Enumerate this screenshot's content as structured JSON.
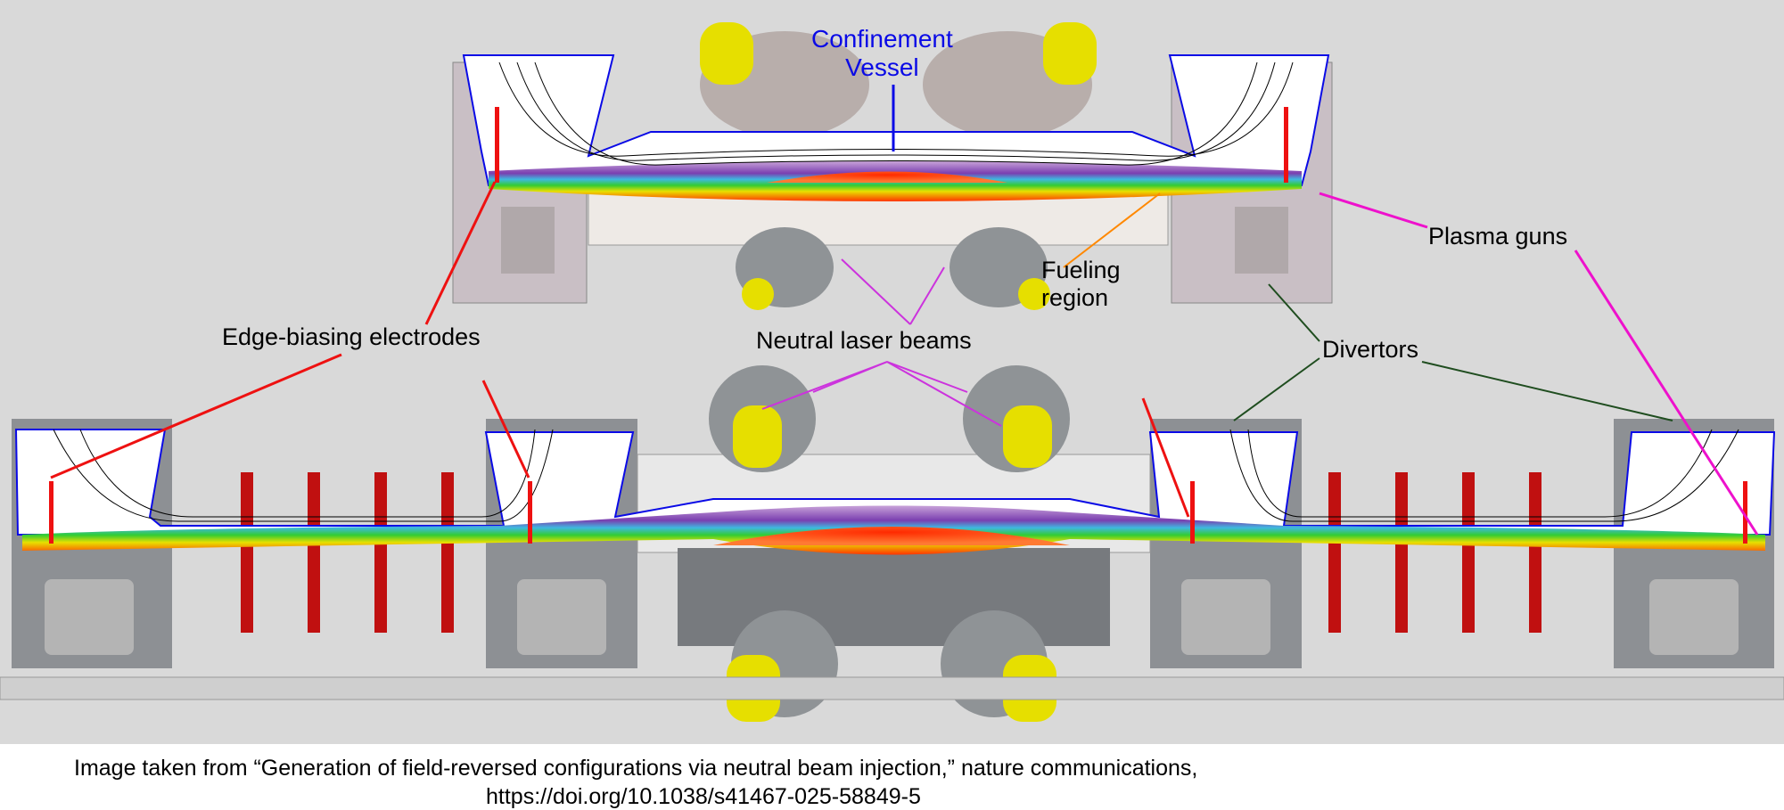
{
  "labels": {
    "confinement_vessel": [
      "Confinement",
      "Vessel"
    ],
    "plasma_guns": "Plasma guns",
    "fueling_region": [
      "Fueling",
      "region"
    ],
    "edge_biasing": "Edge-biasing electrodes",
    "neutral_beams": "Neutral laser beams",
    "divertors": "Divertors"
  },
  "caption": {
    "line1": "Image taken from “Generation of field-reversed configurations via neutral beam injection,” nature communications,",
    "line2": "https://doi.org/10.1038/s41467-025-58849-5"
  },
  "colors": {
    "background": "#d9d9d9",
    "vessel_line": "#0a0ae6",
    "edge_biasing_pointer": "#ee1111",
    "plasma_guns_pointer": "#ee11cc",
    "neutral_beams_pointer": "#cc33dd",
    "fueling_pointer": "#ff8800",
    "divertors_pointer": "#1f4d1f"
  }
}
